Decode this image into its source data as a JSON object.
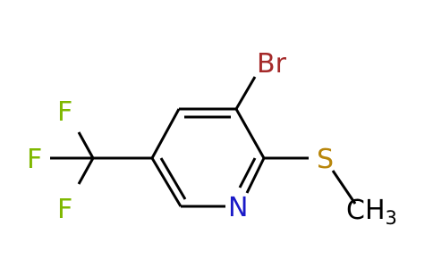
{
  "molecule": {
    "atoms": {
      "bromine": {
        "symbol": "Br",
        "color": "#a52a2a"
      },
      "sulfur": {
        "symbol": "S",
        "color": "#b8860b"
      },
      "nitrogen": {
        "symbol": "N",
        "color": "#1a1ac8"
      },
      "methyl": {
        "symbol": "CH",
        "subscript": "3",
        "color": "#000000"
      },
      "fluorine_top": {
        "symbol": "F",
        "color": "#7fb800"
      },
      "fluorine_left": {
        "symbol": "F",
        "color": "#7fb800"
      },
      "fluorine_bottom": {
        "symbol": "F",
        "color": "#7fb800"
      }
    },
    "bond_color": "#000000"
  }
}
